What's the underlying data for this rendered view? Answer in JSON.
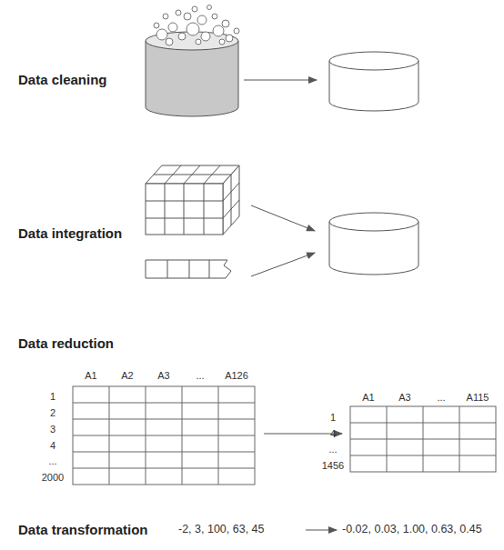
{
  "diagram": {
    "labels": [
      "Data cleaning",
      "Data integration",
      "Data reduction",
      "A1",
      "A2",
      "A3",
      "...",
      "A126",
      "1",
      "2",
      "3",
      "4",
      "...",
      "2000",
      "A1",
      "A3",
      "...",
      "A115",
      "1",
      "4",
      "...",
      "1456",
      "Data transformation",
      "-2, 3, 100, 63, 45",
      "-0.02, 0.03, 1.00, 0.63, 0.45"
    ]
  }
}
